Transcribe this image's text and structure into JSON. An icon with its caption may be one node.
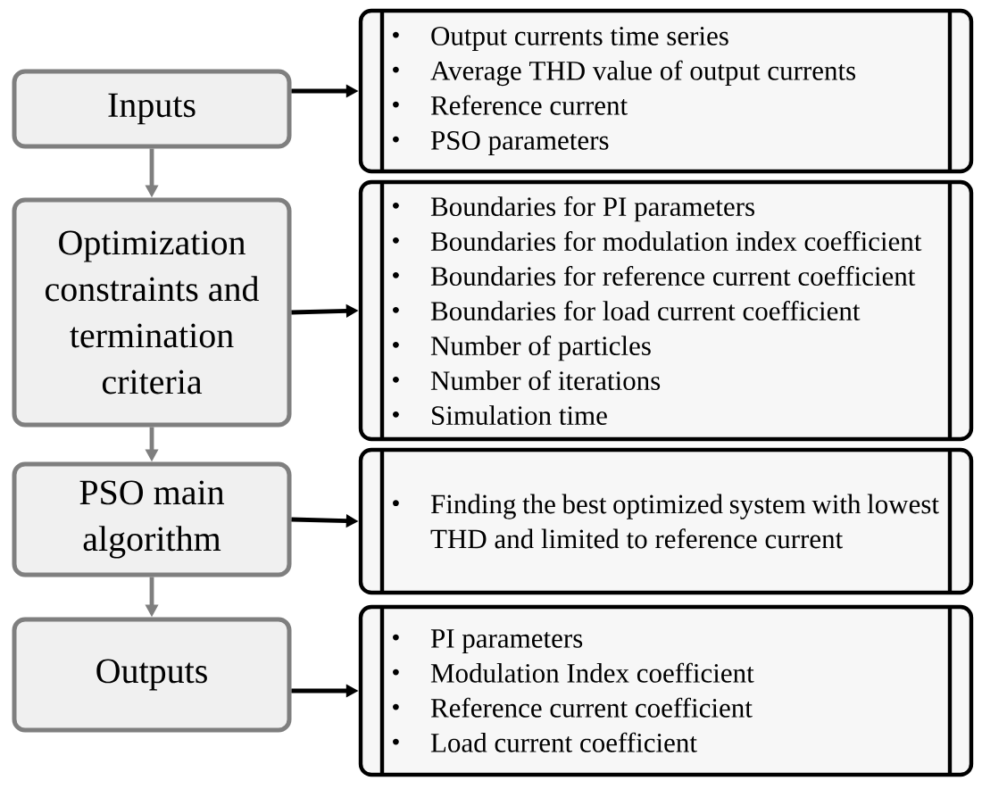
{
  "diagram": {
    "nodes": [
      {
        "text": [
          "Inputs"
        ]
      },
      {
        "text": [
          "Optimization constraints and termination criteria"
        ]
      },
      {
        "text": [
          "PSO main algorithm"
        ]
      },
      {
        "text": [
          "Outputs"
        ]
      },
      {
        "text": [
          "Output currents time series",
          "Average THD value of output currents",
          "Reference current",
          "PSO parameters"
        ]
      },
      {
        "text": [
          "Boundaries for PI parameters",
          "Boundaries for modulation index coefficient",
          "Boundaries for reference current coefficient",
          "Boundaries for load current coefficient",
          "Number of particles",
          "Number of iterations",
          "Simulation time"
        ]
      },
      {
        "text": [
          "Finding the best optimized system with lowest THD and limited to reference current"
        ]
      },
      {
        "text": [
          "PI parameters",
          "Modulation Index coefficient",
          "Reference current coefficient",
          "Load current coefficient"
        ]
      }
    ],
    "edges": [
      {
        "from": 0,
        "to": 1,
        "arrow": "to",
        "color": "#7f7f7f"
      },
      {
        "from": 1,
        "to": 2,
        "arrow": "to",
        "color": "#7f7f7f"
      },
      {
        "from": 2,
        "to": 3,
        "arrow": "to",
        "color": "#7f7f7f"
      },
      {
        "from": 0,
        "to": 4,
        "arrow": "to",
        "color": "#000000"
      },
      {
        "from": 1,
        "to": 5,
        "arrow": "to",
        "color": "#000000"
      },
      {
        "from": 2,
        "to": 6,
        "arrow": "to",
        "color": "#000000"
      },
      {
        "from": 3,
        "to": 7,
        "arrow": "to",
        "color": "#000000"
      }
    ]
  }
}
